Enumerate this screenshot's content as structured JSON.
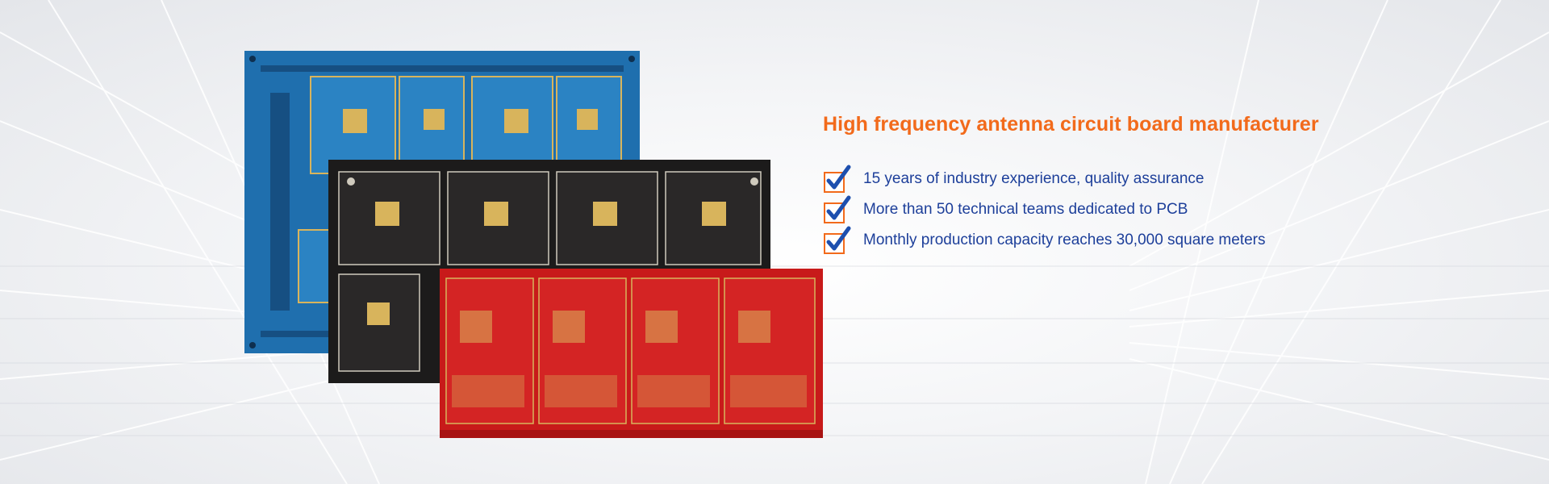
{
  "banner": {
    "headline": "High frequency antenna circuit board manufacturer",
    "features": [
      {
        "text": "15 years of industry experience, quality assurance",
        "icon": "checkbox-checked-icon"
      },
      {
        "text": "More than 50 technical teams dedicated to PCB",
        "icon": "checkbox-checked-icon"
      },
      {
        "text": "Monthly production capacity reaches 30,000 square meters",
        "icon": "checkbox-checked-icon"
      }
    ],
    "colors": {
      "headline": "#f26a1b",
      "feature_text": "#1d3f9a",
      "checkmark": "#1d4fae",
      "checkbox_border": "#f26a1b",
      "pcb_blue": "#1f6fae",
      "pcb_black": "#1c1b1b",
      "pcb_red": "#c81a1a",
      "pad_gold": "#d8b45c"
    }
  }
}
